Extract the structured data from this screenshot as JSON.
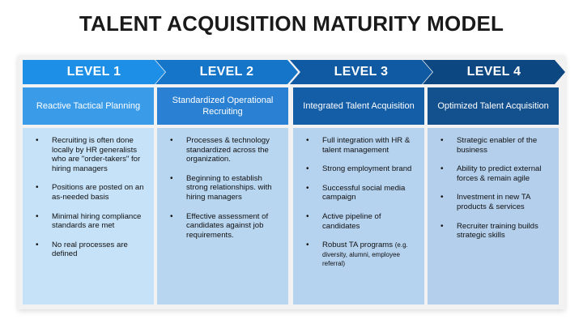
{
  "title": "TALENT ACQUISITION MATURITY MODEL",
  "colors": {
    "level1": "#1e8fe6",
    "level2": "#1575c9",
    "level3": "#0f5aa3",
    "level4": "#0c4782",
    "sub1": "#3a9be8",
    "sub2": "#2a80d2",
    "sub3": "#145ea8",
    "sub4": "#13508e",
    "body1": "#c6e2f8",
    "body2": "#b9d6f1",
    "body3": "#b5d2ef",
    "body4": "#b3cfec"
  },
  "levels": [
    {
      "label": "LEVEL 1",
      "subtitle": "Reactive Tactical Planning",
      "bullets": [
        "Recruiting is often done locally by HR generalists who are \"order-takers\" for hiring managers",
        "Positions are posted on an as-needed basis",
        "Minimal hiring compliance standards are met",
        "No real processes are defined"
      ]
    },
    {
      "label": "LEVEL 2",
      "subtitle": "Standardized Operational Recruiting",
      "bullets": [
        "Processes & technology standardized across the organization.",
        "Beginning to establish strong relationships. with hiring managers",
        "Effective assessment of candidates against job requirements."
      ]
    },
    {
      "label": "LEVEL 3",
      "subtitle": "Integrated Talent Acquisition",
      "bullets": [
        "Full integration with HR & talent management",
        "Strong employment brand",
        "Successful social media campaign",
        "Active pipeline of candidates",
        "Robust TA programs"
      ],
      "bullet5_note": "(e.g. diversity, alumni, employee referral)"
    },
    {
      "label": "LEVEL 4",
      "subtitle": "Optimized Talent Acquisition",
      "bullets": [
        "Strategic enabler of the business",
        "Ability to predict external forces & remain agile",
        "Investment in new TA products & services",
        "Recruiter training builds strategic skills"
      ]
    }
  ]
}
